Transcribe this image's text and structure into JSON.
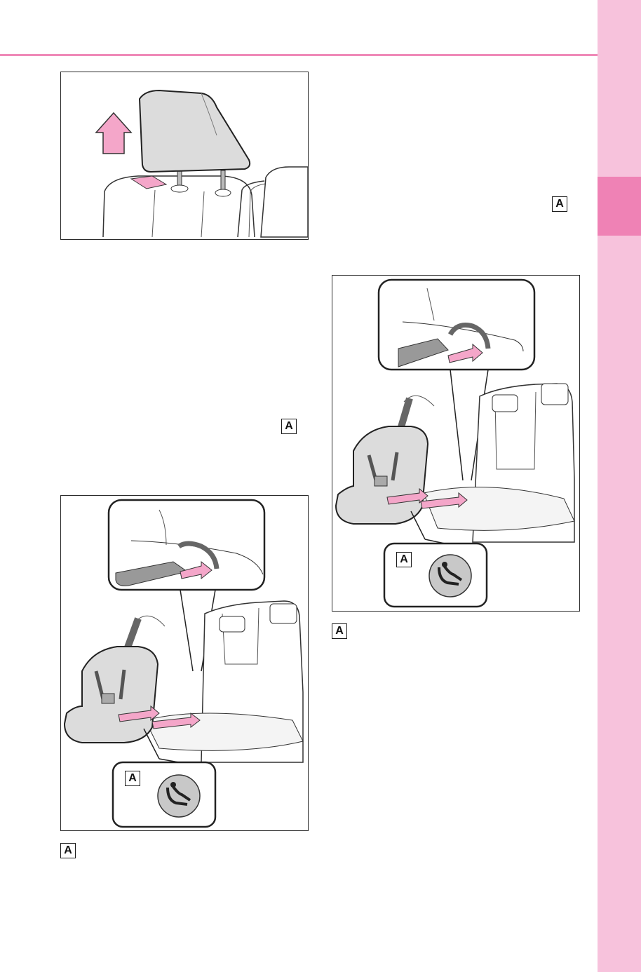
{
  "markers": {
    "text_ref_1": "A",
    "text_ref_2": "A",
    "figure2_callout": "A",
    "figure3_callout": "A",
    "legend_1": "A",
    "legend_2": "A"
  },
  "colors": {
    "accent_pink": "#ef8ab8",
    "tab_background": "#f7c2dc",
    "tab_active": "#ef82b5",
    "arrow_pink": "#f4a6c9",
    "seat_gray": "#dcdcdc"
  },
  "icons": [
    "headrest-removal-illustration",
    "child-seat-isofix-illustration",
    "child-seat-isofix-illustration",
    "child-seat-symbol-icon"
  ]
}
